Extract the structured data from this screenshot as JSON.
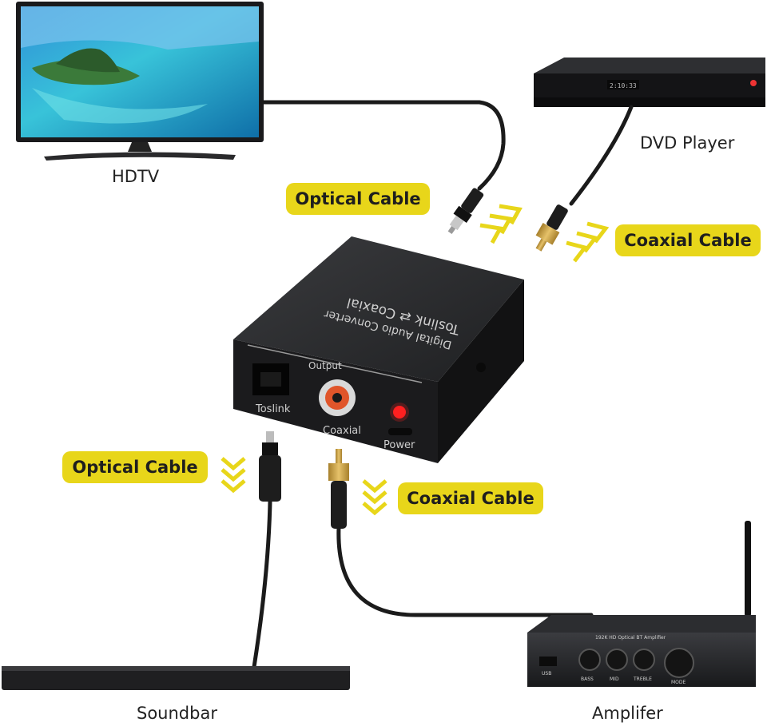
{
  "devices": {
    "hdtv": "HDTV",
    "dvd_player": "DVD Player",
    "soundbar": "Soundbar",
    "amplifier": "Amplifer"
  },
  "cable_labels": {
    "top_optical": "Optical Cable",
    "top_coaxial": "Coaxial Cable",
    "bottom_optical": "Optical Cable",
    "bottom_coaxial": "Coaxial Cable"
  },
  "converter": {
    "title_line1": "Toslink ⇄ Coaxial",
    "title_line2": "Digital Audio Converter",
    "panel_label": "Output",
    "port_toslink": "Toslink",
    "port_coaxial": "Coaxial",
    "port_power": "Power"
  },
  "dvd_display": "2:10:33",
  "amplifier_panel": {
    "heading": "192K HD Optical BT Amplifier",
    "port_usb": "USB",
    "knob_bass": "BASS",
    "knob_mid": "MID",
    "knob_treble": "TREBLE",
    "knob_mode": "MODE"
  },
  "colors": {
    "label_yellow": "#e8d61a",
    "device_black": "#1c1c1e",
    "power_led": "#ff2020",
    "gold_plug": "#c9a64a"
  }
}
